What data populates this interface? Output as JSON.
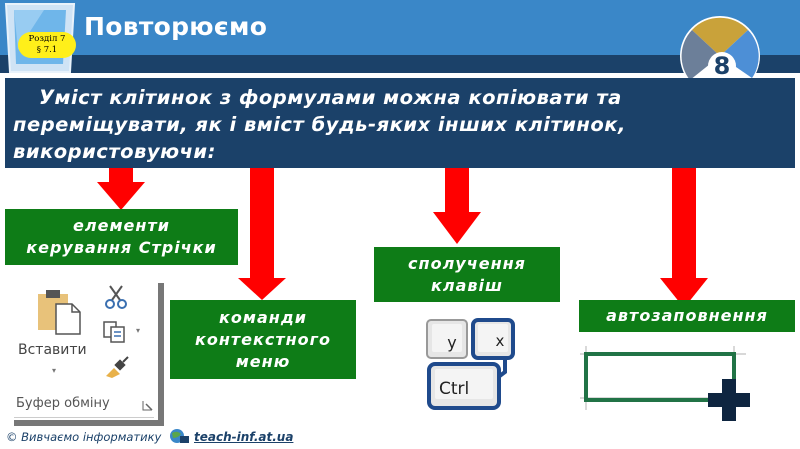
{
  "header": {
    "title": "Повторюємо",
    "badge": {
      "line1": "Розділ 7",
      "line2": "§ 7.1"
    },
    "grade_logo": "8"
  },
  "main_text": {
    "line1": "Уміст клітинок з формулами можна копіювати та",
    "line2": "переміщувати, як і вміст будь-яких інших клітинок,",
    "line3": "використовуючи:"
  },
  "options": [
    {
      "label_line1": "елементи",
      "label_line2": "керування Стрічки"
    },
    {
      "label_line1": "команди",
      "label_line2": "контекстного",
      "label_line3": "меню"
    },
    {
      "label_line1": "сполучення",
      "label_line2": "клавіш"
    },
    {
      "label_line1": "автозаповнення"
    }
  ],
  "ribbon": {
    "paste_label": "Вставити",
    "group_label": "Буфер обміну",
    "icons": [
      "paste-icon",
      "cut-icon",
      "copy-icon",
      "format-painter-icon"
    ]
  },
  "keys": {
    "key1": "y",
    "key2": "x",
    "key3": "Ctrl"
  },
  "footer": {
    "text": "© Вивчаємо інформатику",
    "link": "teach-inf.at.ua"
  },
  "colors": {
    "banner": "#3a87c8",
    "navy": "#1b4169",
    "green": "#0e7c17",
    "arrow": "#ff0000",
    "badge": "#ffef1a"
  }
}
